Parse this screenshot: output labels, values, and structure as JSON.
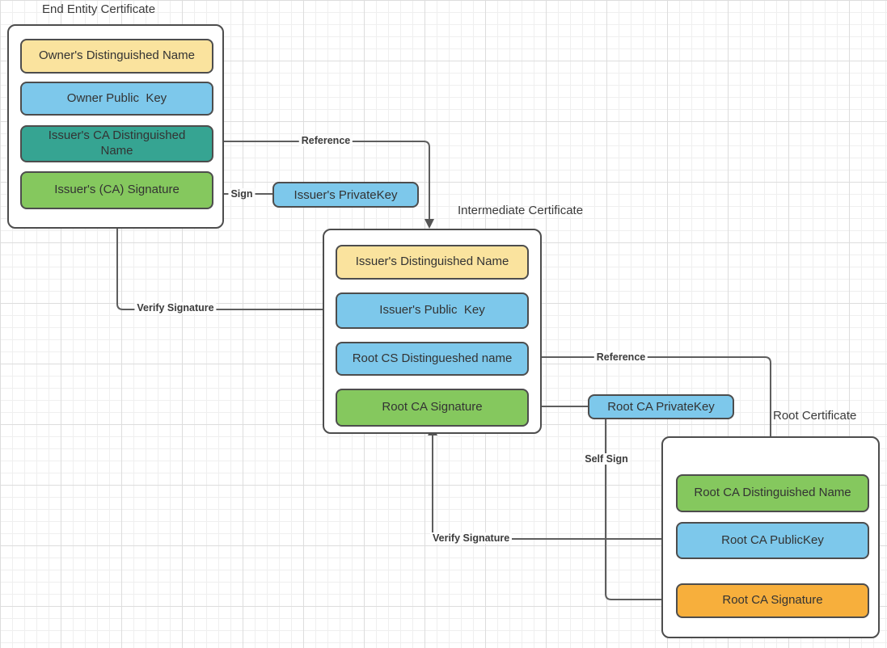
{
  "certificates": {
    "end_entity": {
      "title": "End Entity Certificate",
      "fields": [
        {
          "label": "Owner's Distinguished Name",
          "fill": "#FAE39E"
        },
        {
          "label": "Owner Public  Key",
          "fill": "#7DC8EB"
        },
        {
          "label": "Issuer's CA Distinguished\nName",
          "fill": "#36A492"
        },
        {
          "label": "Issuer's (CA) Signature",
          "fill": "#85C85E"
        }
      ]
    },
    "intermediate": {
      "title": "Intermediate Certificate",
      "fields": [
        {
          "label": "Issuer's Distinguished Name",
          "fill": "#FAE39E"
        },
        {
          "label": "Issuer's Public  Key",
          "fill": "#7DC8EB"
        },
        {
          "label": "Root CS Distingueshed name",
          "fill": "#7DC8EB"
        },
        {
          "label": "Root CA Signature",
          "fill": "#85C85E"
        }
      ]
    },
    "root": {
      "title": "Root Certificate",
      "fields": [
        {
          "label": "Root CA Distinguished Name",
          "fill": "#85C85E"
        },
        {
          "label": "Root CA PublicKey",
          "fill": "#7DC8EB"
        },
        {
          "label": "Root CA Signature",
          "fill": "#F7AF3C"
        }
      ]
    }
  },
  "keys": {
    "issuer_private_key": {
      "label": "Issuer's PrivateKey",
      "fill": "#7DC8EB"
    },
    "root_private_key": {
      "label": "Root CA PrivateKey",
      "fill": "#7DC8EB"
    }
  },
  "edge_labels": {
    "sign": "Sign",
    "reference_top": "Reference",
    "verify_signature_left": "Verify Signature",
    "reference_bottom": "Reference",
    "self_sign": "Self Sign",
    "verify_signature_bottom": "Verify Signature"
  },
  "colors": {
    "yellow": "#FAE39E",
    "blue": "#7DC8EB",
    "teal": "#36A492",
    "green": "#85C85E",
    "orange": "#F7AF3C",
    "box_border": "#4D4D4D",
    "connector_line": "#5E5E5E",
    "text": "#3A3A3A",
    "grid_minor": "#EFEFEF",
    "grid_major": "#DDDDDD"
  }
}
